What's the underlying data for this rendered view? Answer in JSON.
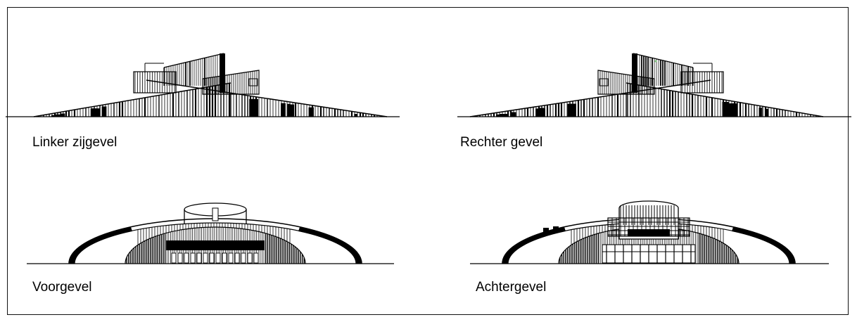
{
  "elevations": [
    {
      "id": "left",
      "label": "Linker zijgevel"
    },
    {
      "id": "right",
      "label": "Rechter gevel"
    },
    {
      "id": "front",
      "label": "Voorgevel"
    },
    {
      "id": "back",
      "label": "Achtergevel"
    }
  ],
  "colors": {
    "line": "#000000",
    "frame": "#111111",
    "background": "#ffffff",
    "accent_detail": "#7fc97f"
  }
}
